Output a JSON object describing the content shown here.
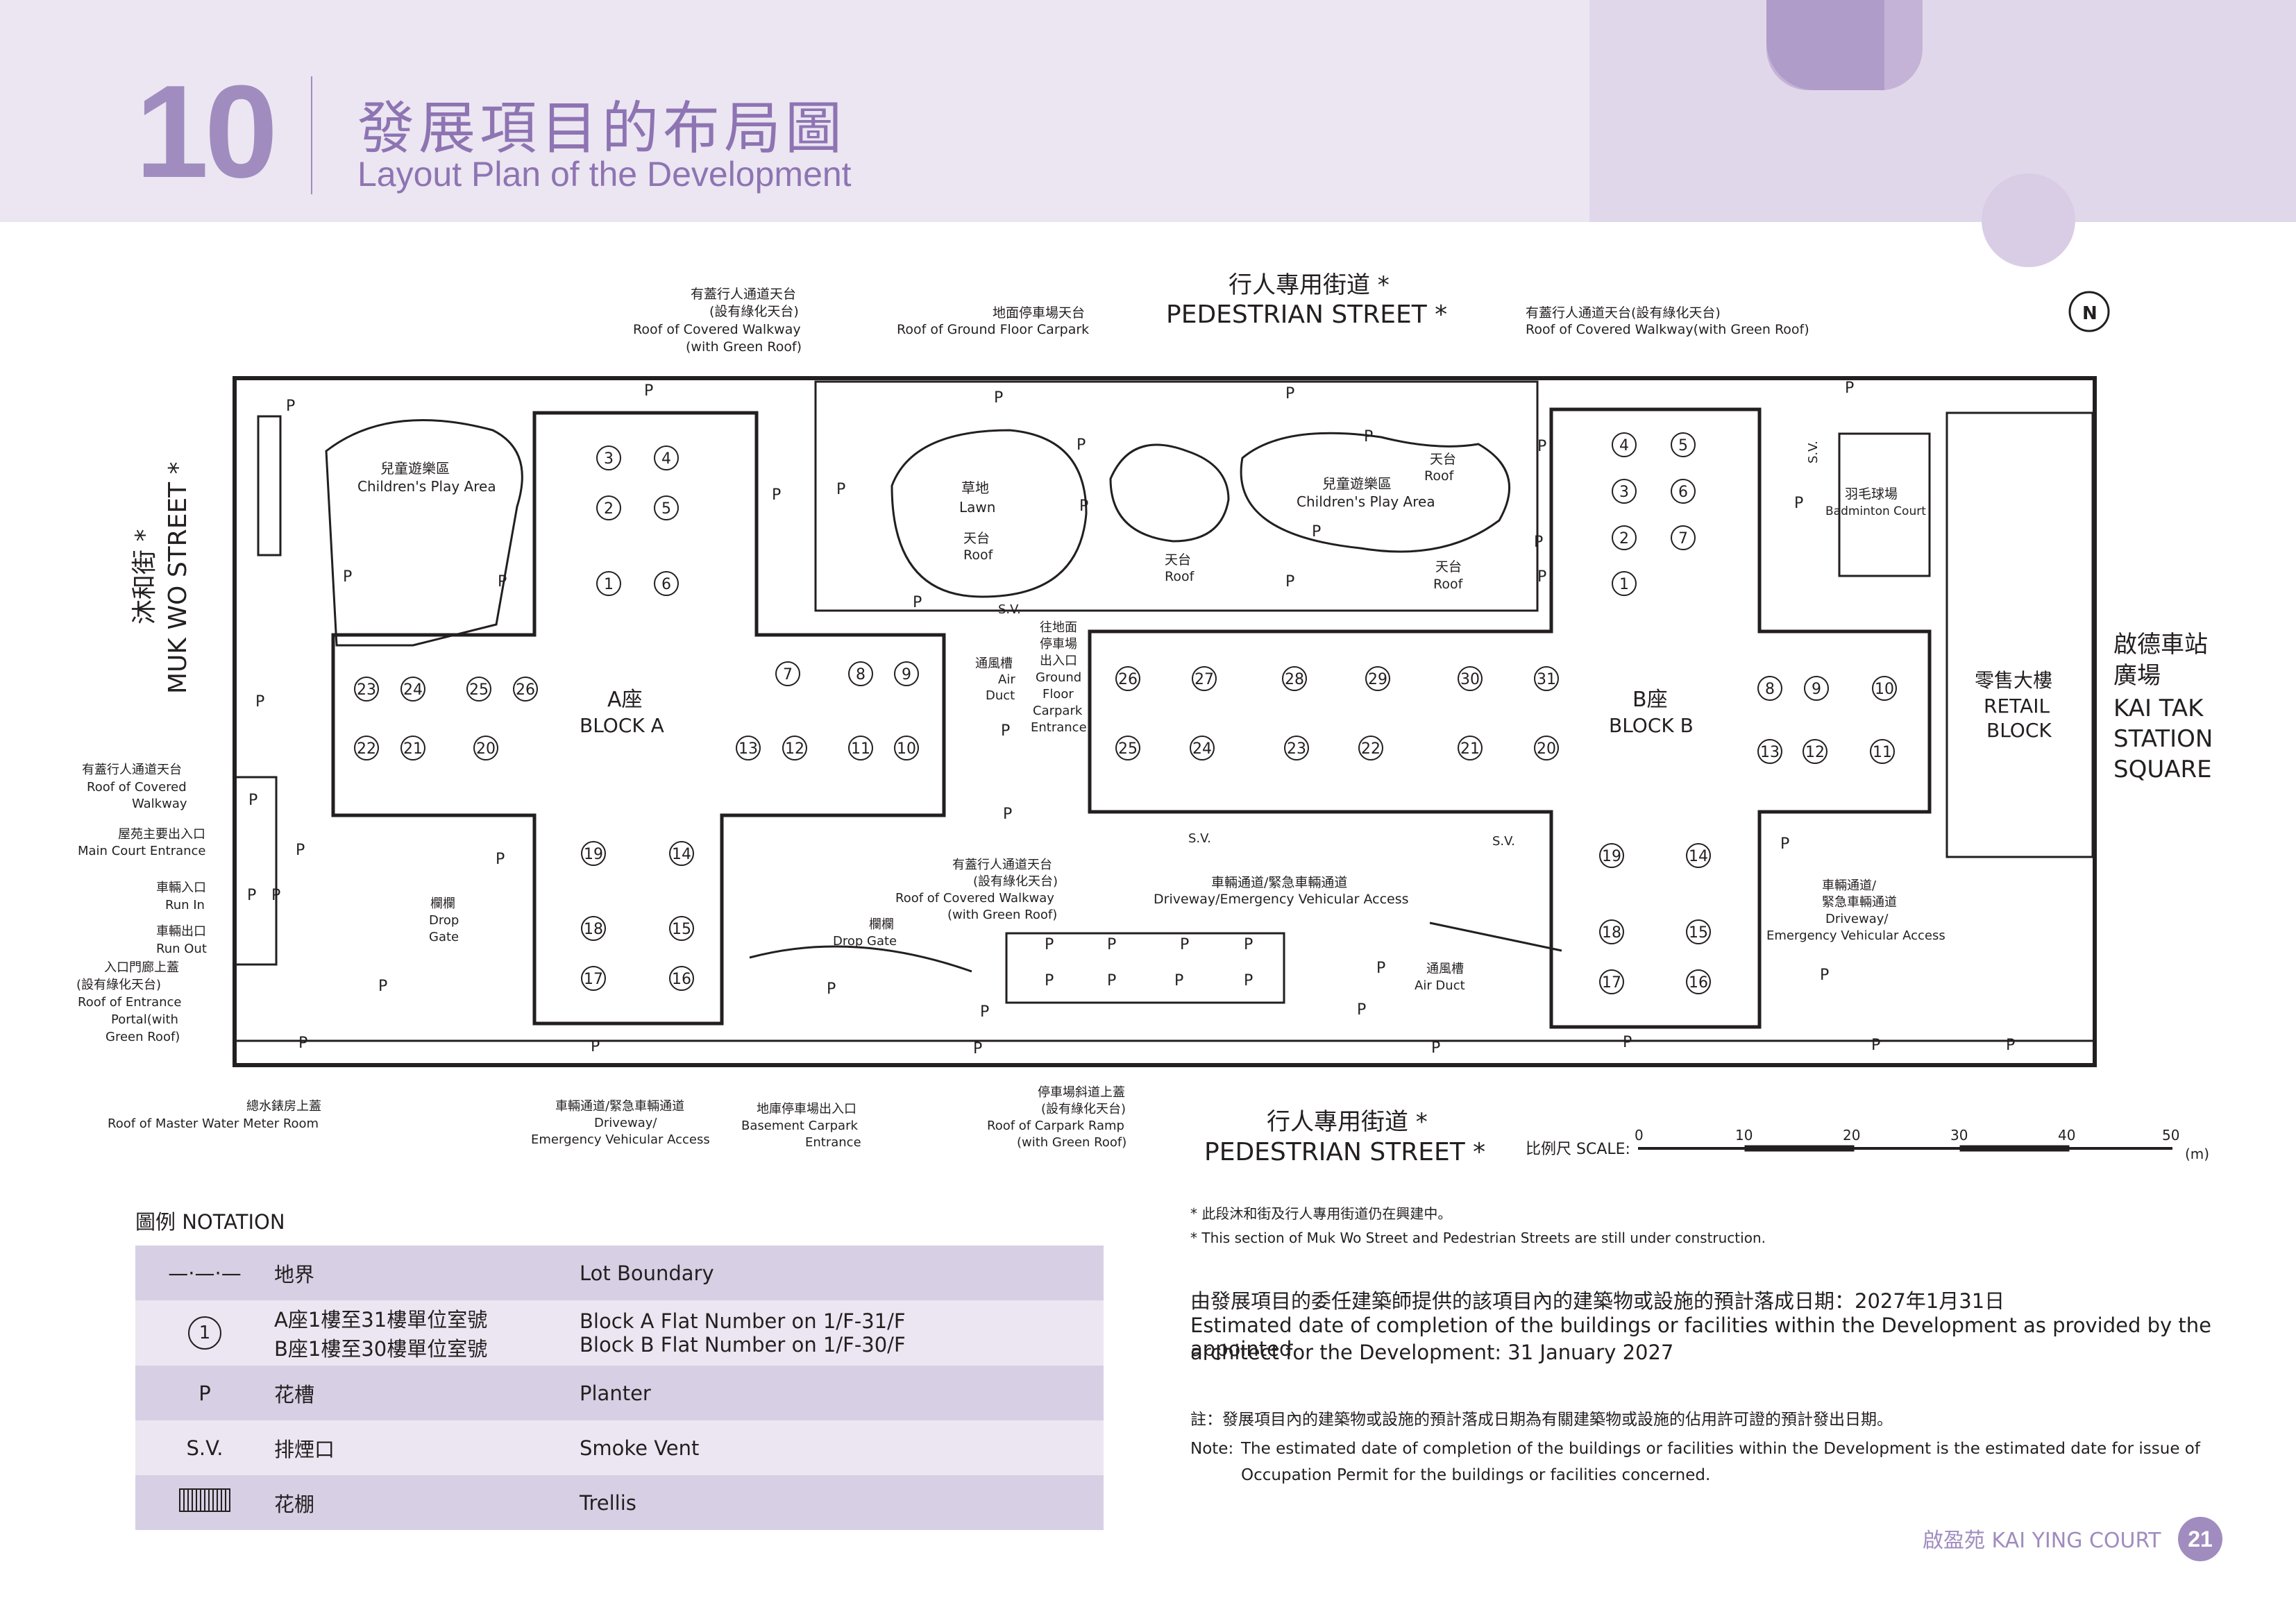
{
  "header": {
    "chapter_number": "10",
    "title_zh": "發展項目的布局圖",
    "title_en": "Layout Plan of the Development"
  },
  "plan": {
    "north_label": "N",
    "top_street_zh": "行人專用街道 *",
    "top_street_en": "PEDESTRIAN STREET *",
    "bottom_street_zh": "行人專用街道 *",
    "bottom_street_en": "PEDESTRIAN STREET *",
    "left_street_zh": "沐和街 *",
    "left_street_en": "MUK WO STREET *",
    "right_square_zh_1": "啟德車站",
    "right_square_zh_2": "廣場",
    "right_square_en_1": "KAI TAK",
    "right_square_en_2": "STATION",
    "right_square_en_3": "SQUARE",
    "block_a_zh": "A座",
    "block_a_en": "BLOCK A",
    "block_b_zh": "B座",
    "block_b_en": "BLOCK B",
    "retail_zh": "零售大樓",
    "retail_en_1": "RETAIL",
    "retail_en_2": "BLOCK",
    "labels": {
      "cw_roof_tl": [
        "有蓋行人通道天台",
        "(設有綠化天台)",
        "Roof of Covered Walkway",
        "(with Green Roof)"
      ],
      "gf_carpark_roof": [
        "地面停車場天台",
        "Roof of Ground Floor Carpark"
      ],
      "cw_roof_tr": [
        "有蓋行人通道天台(設有綠化天台)",
        "Roof of Covered Walkway(with Green Roof)"
      ],
      "play_area_a": [
        "兒童遊樂區",
        "Children's Play Area"
      ],
      "play_area_b": [
        "兒童遊樂區",
        "Children's Play Area"
      ],
      "lawn": [
        "草地",
        "Lawn"
      ],
      "roof_1": [
        "天台",
        "Roof"
      ],
      "roof_2": [
        "天台",
        "Roof"
      ],
      "roof_3": [
        "天台",
        "Roof"
      ],
      "roof_4": [
        "天台",
        "Roof"
      ],
      "badminton": [
        "羽毛球場",
        "Badminton Court"
      ],
      "air_duct_1": [
        "通風槽",
        "Air",
        "Duct"
      ],
      "gf_carpark_entrance": [
        "往地面",
        "停車場",
        "出入口",
        "Ground",
        "Floor",
        "Carpark",
        "Entrance"
      ],
      "cw_roof_left": [
        "有蓋行人通道天台",
        "Roof of Covered",
        "Walkway"
      ],
      "main_court": [
        "屋苑主要出入口",
        "Main Court Entrance"
      ],
      "run_in": [
        "車輛入口",
        "Run In"
      ],
      "run_out": [
        "車輛出口",
        "Run Out"
      ],
      "portal_roof": [
        "入口門廊上蓋",
        "(設有綠化天台)",
        "Roof of Entrance",
        "Portal(with",
        "Green Roof)"
      ],
      "drop_gate_1": [
        "欄欄",
        "Drop",
        "Gate"
      ],
      "drop_gate_2": [
        "欄欄",
        "Drop Gate"
      ],
      "cw_roof_mid": [
        "有蓋行人通道天台",
        "(設有綠化天台)",
        "Roof of Covered Walkway",
        "(with Green Roof)"
      ],
      "driveway_mid": [
        "車輛通道/緊急車輛通道",
        "Driveway/Emergency Vehicular Access"
      ],
      "driveway_right": [
        "車輛通道/",
        "緊急車輛通道",
        "Driveway/",
        "Emergency Vehicular Access"
      ],
      "air_duct_2": [
        "通風槽",
        "Air Duct"
      ],
      "master_water": [
        "總水錶房上蓋",
        "Roof of Master Water Meter Room"
      ],
      "driveway_bottom": [
        "車輛通道/緊急車輛通道",
        "Driveway/",
        "Emergency Vehicular Access"
      ],
      "basement_carpark": [
        "地庫停車場出入口",
        "Basement Carpark",
        "Entrance"
      ],
      "carpark_ramp": [
        "停車場斜道上蓋",
        "(設有綠化天台)",
        "Roof of Carpark Ramp",
        "(with Green Roof)"
      ]
    },
    "sv": "S.V.",
    "planter": "P",
    "scale_label": "比例尺 SCALE:",
    "scale_ticks": [
      "0",
      "10",
      "20",
      "30",
      "40",
      "50"
    ],
    "scale_unit": "(m)",
    "block_a_flats_top": [
      "3",
      "4",
      "2",
      "5",
      "1",
      "6"
    ],
    "block_a_flats_left_top": [
      "23",
      "24",
      "25",
      "26"
    ],
    "block_a_flats_left_bottom": [
      "22",
      "21",
      "20"
    ],
    "block_a_flats_right_top": [
      "7",
      "8",
      "9"
    ],
    "block_a_flats_right_bottom": [
      "13",
      "12",
      "11",
      "10"
    ],
    "block_a_flats_bottom": [
      "19",
      "14",
      "18",
      "15",
      "17",
      "16"
    ],
    "block_b_flats_top": [
      "4",
      "5",
      "3",
      "6",
      "2",
      "7",
      "1"
    ],
    "block_b_flats_left_top": [
      "26",
      "27",
      "28",
      "29",
      "30",
      "31"
    ],
    "block_b_flats_left_bottom": [
      "25",
      "24",
      "23",
      "22",
      "21",
      "20"
    ],
    "block_b_flats_right_top": [
      "8",
      "9",
      "10"
    ],
    "block_b_flats_right_bottom": [
      "13",
      "12",
      "11"
    ],
    "block_b_flats_bottom": [
      "19",
      "14",
      "18",
      "15",
      "17",
      "16"
    ]
  },
  "notation": {
    "title": "圖例 NOTATION",
    "rows": [
      {
        "symbol": "—·—·—",
        "zh": "地界",
        "en": "Lot Boundary"
      },
      {
        "symbol": "1",
        "zh": "A座1樓至31樓單位室號",
        "zh2": "B座1樓至30樓單位室號",
        "en": "Block A Flat Number on 1/F-31/F",
        "en2": "Block B Flat Number on 1/F-30/F"
      },
      {
        "symbol": "P",
        "zh": "花槽",
        "en": "Planter"
      },
      {
        "symbol": "S.V.",
        "zh": "排煙口",
        "en": "Smoke Vent"
      },
      {
        "symbol": "trellis",
        "zh": "花棚",
        "en": "Trellis"
      }
    ]
  },
  "notes": {
    "construction_zh": "* 此段沐和街及行人專用街道仍在興建中。",
    "construction_en": "* This section of Muk Wo Street and Pedestrian Streets are still under construction.",
    "completion_zh": "由發展項目的委任建築師提供的該項目內的建築物或設施的預計落成日期：2027年1月31日",
    "completion_en_1": "Estimated date of completion of the buildings or facilities within the Development as provided by the appointed",
    "completion_en_2": "architect for the Development: 31 January 2027",
    "note_zh": "註：發展項目內的建築物或設施的預計落成日期為有關建築物或設施的佔用許可證的預計發出日期。",
    "note_en_label": "Note:",
    "note_en_1": "The estimated date of completion of the buildings or facilities within the Development is the estimated date for issue of",
    "note_en_2": "Occupation Permit for the buildings or facilities concerned."
  },
  "footer": {
    "brand": "啟盈苑 KAI YING COURT",
    "page": "21"
  }
}
